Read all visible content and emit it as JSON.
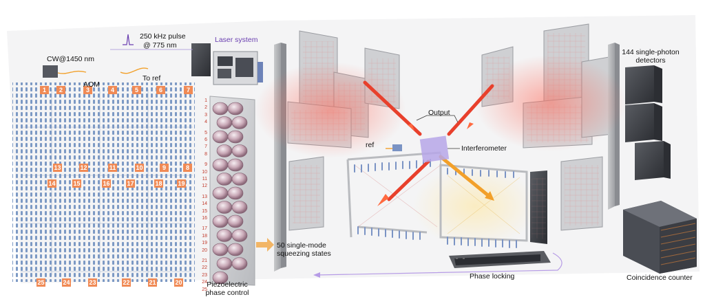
{
  "labels": {
    "pulse": "250 kHz pulse",
    "wavelength": "@ 775 nm",
    "laser_system": "Laser system",
    "cw": "CW@1450 nm",
    "aom": "AOM",
    "to_ref": "To ref",
    "output": "Output",
    "ref": "ref",
    "interferometer": "Interferometer",
    "detectors": "144 single-photon detectors",
    "squeezing": "50 single-mode squeezing states",
    "phase_locking": "Phase locking",
    "coincidence": "Coincidence counter",
    "piezo": "Piezoelectric phase control"
  },
  "source_badges_top": [
    "1",
    "2",
    "3",
    "4",
    "5",
    "6",
    "7"
  ],
  "source_badges_mid": [
    "13",
    "12",
    "11",
    "10",
    "9",
    "8"
  ],
  "source_badges_low": [
    "14",
    "15",
    "16",
    "17",
    "18",
    "19"
  ],
  "source_badges_bottom": [
    "25",
    "24",
    "23",
    "22",
    "21",
    "20"
  ],
  "piezo_numbers": [
    "1",
    "2",
    "3",
    "4",
    "5",
    "6",
    "7",
    "8",
    "9",
    "10",
    "11",
    "12",
    "13",
    "14",
    "15",
    "16",
    "17",
    "18",
    "19",
    "20",
    "21",
    "22",
    "23",
    "24",
    "25"
  ],
  "colors": {
    "label_purple": "#6a3fb0",
    "badge_orange": "#f08a55",
    "beam_red": "#e8402c",
    "beam_orange": "#f2a02a",
    "feedback_violet": "#b69be6"
  }
}
